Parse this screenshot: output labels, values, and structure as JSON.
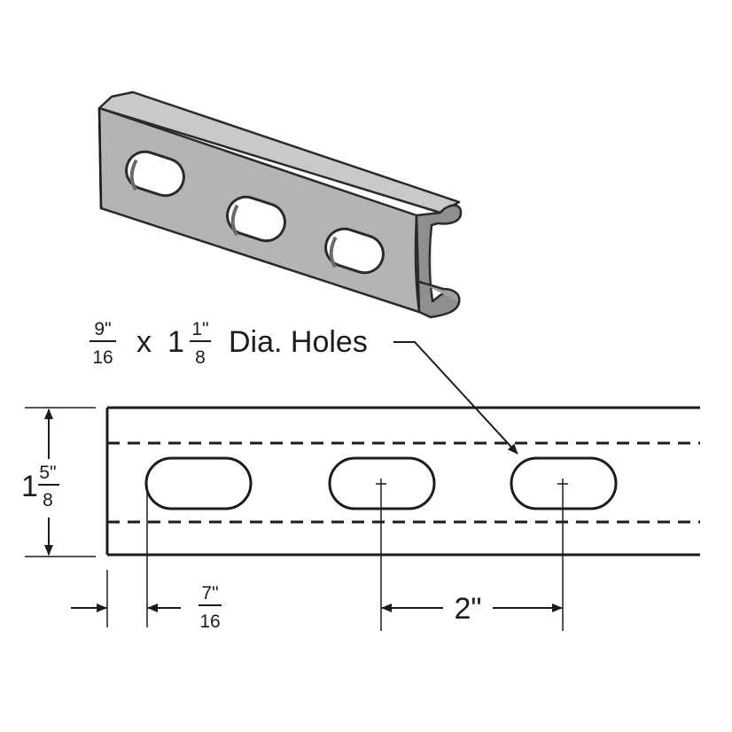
{
  "hole_callout": {
    "size_numerator": "9\"",
    "size_denominator": "16",
    "times": "x",
    "length_whole": "1",
    "length_numerator": "1\"",
    "length_denominator": "8",
    "suffix": "Dia. Holes"
  },
  "height_dimension": {
    "whole": "1",
    "numerator": "5\"",
    "denominator": "8"
  },
  "edge_offset_dimension": {
    "numerator": "7\"",
    "denominator": "16"
  },
  "hole_spacing_dimension": {
    "label": "2\""
  },
  "colors": {
    "channel_fill": "#b4b4b4",
    "channel_edge": "#2a2a2a",
    "line": "#1c1c1c"
  }
}
